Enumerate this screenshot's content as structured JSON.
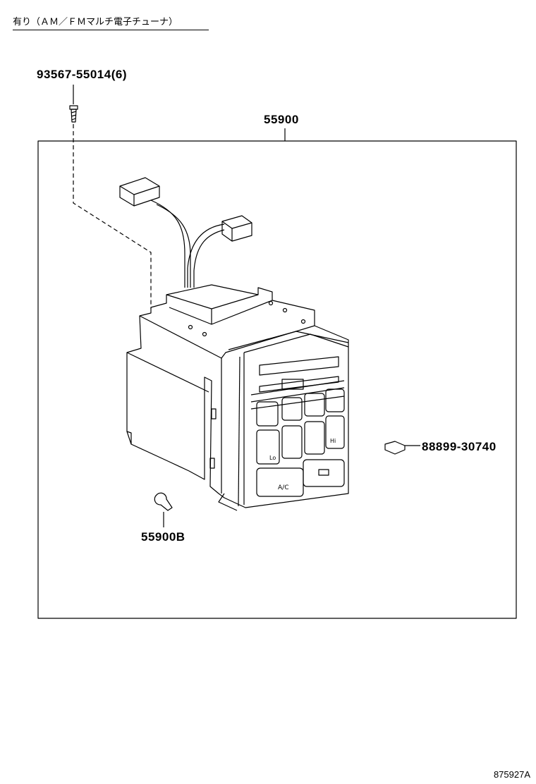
{
  "header": {
    "condition_note": "有り（ＡＭ／ＦＭマルチ電子チューナ）"
  },
  "parts": {
    "screw": "93567-55014(6)",
    "assembly": "55900",
    "clip": "88899-30740",
    "bulb": "55900B"
  },
  "panel": {
    "ac_label": "A/C",
    "lo_label": "Lo",
    "hi_label": "Hi"
  },
  "footer": {
    "illustration_id": "875927A"
  }
}
